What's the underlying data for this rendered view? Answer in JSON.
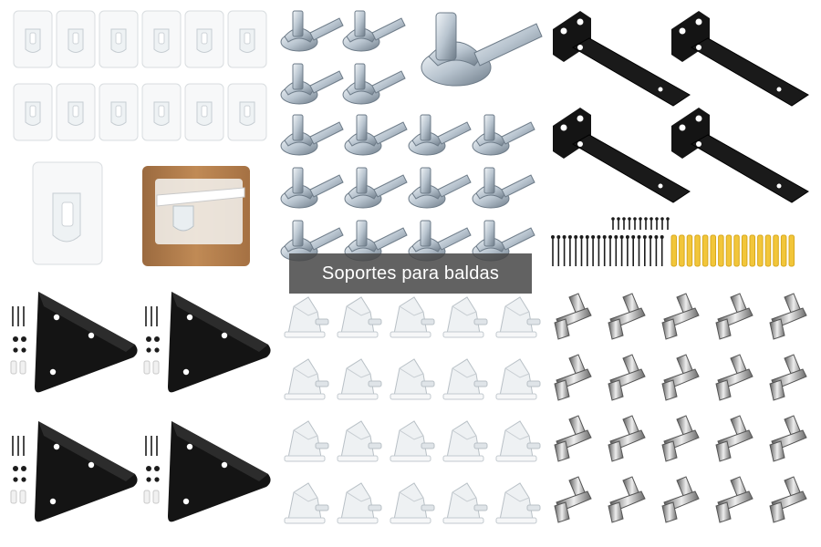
{
  "caption": "Soportes para baldas",
  "colors": {
    "background": "#ffffff",
    "caption_bg": "#484848",
    "caption_text": "#ffffff",
    "steel_light": "#dfe7ee",
    "steel_mid": "#aab7c3",
    "steel_dark": "#6d7b88",
    "bracket_black": "#141414",
    "nickel_light": "#e3e3e3",
    "nickel_dark": "#666666",
    "clear_plastic": "#eef1f3",
    "wood": "#b07b4b",
    "anchor_yellow": "#f2c63a"
  },
  "product_groups": [
    "adhesive-clear-hooks",
    "steel-shelf-pins",
    "black-floating-brackets",
    "screws-and-anchors",
    "black-triangle-brackets",
    "clear-plastic-supports",
    "nickel-shelf-pins"
  ]
}
